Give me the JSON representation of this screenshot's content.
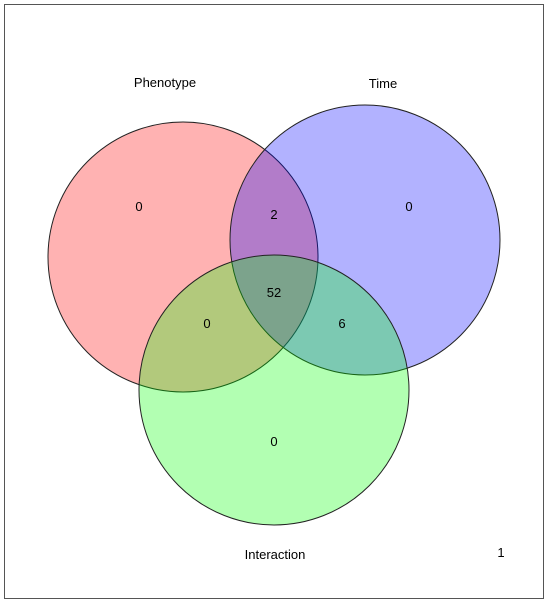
{
  "venn": {
    "sets": [
      {
        "key": "phenotype",
        "label": "Phenotype",
        "color": "#ff0000",
        "opacity": 0.3
      },
      {
        "key": "time",
        "label": "Time",
        "color": "#0000ff",
        "opacity": 0.3
      },
      {
        "key": "interaction",
        "label": "Interaction",
        "color": "#00ff00",
        "opacity": 0.3
      }
    ],
    "counts": {
      "phenotype_only": "0",
      "time_only": "0",
      "interaction_only": "0",
      "phenotype_time": "2",
      "phenotype_interaction": "0",
      "time_interaction": "6",
      "all_three": "52",
      "none": "1"
    }
  }
}
